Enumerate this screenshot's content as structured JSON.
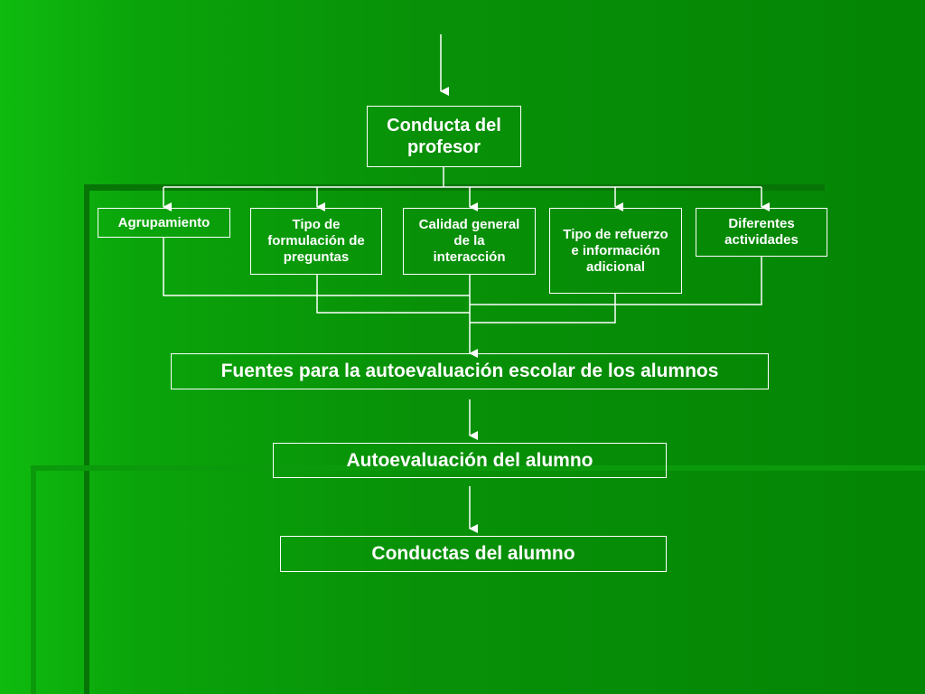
{
  "diagram": {
    "top_node": "Conducta del profesor",
    "factors": [
      "Agrupamiento",
      "Tipo de formulación de preguntas",
      "Calidad general de la interacción",
      "Tipo de refuerzo e información adicional",
      "Diferentes actividades"
    ],
    "sources_node": "Fuentes para la autoevaluación escolar de los alumnos",
    "self_eval_node": "Autoevaluación del alumno",
    "behavior_node": "Conductas del alumno"
  },
  "colors": {
    "background": "#089108",
    "lines": "#ffffff",
    "text": "#ffffff"
  }
}
